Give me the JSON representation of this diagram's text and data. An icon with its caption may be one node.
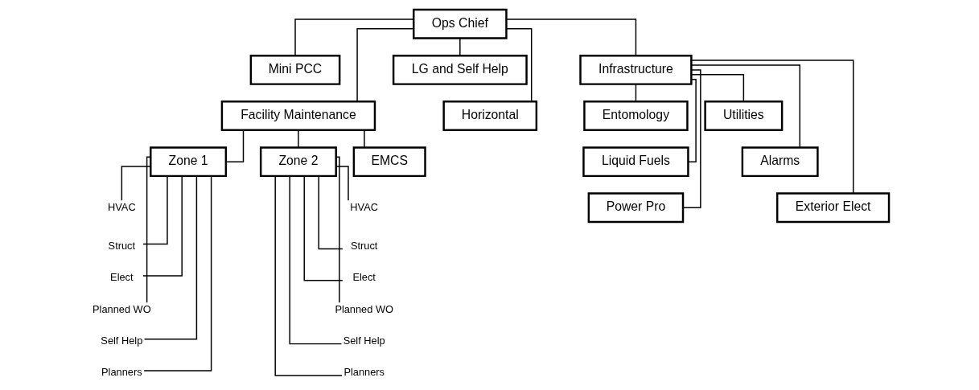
{
  "diagram": {
    "nodes": [
      {
        "text": [
          "Ops Chief"
        ]
      },
      {
        "text": [
          "Mini PCC"
        ]
      },
      {
        "text": [
          "LG and Self Help"
        ]
      },
      {
        "text": [
          "Facility Maintenance"
        ]
      },
      {
        "text": [
          "Horizontal"
        ]
      },
      {
        "text": [
          "Infrastructure"
        ]
      },
      {
        "text": [
          "Zone 1"
        ]
      },
      {
        "text": [
          "Zone 2"
        ]
      },
      {
        "text": [
          "EMCS"
        ]
      },
      {
        "text": [
          "Entomology"
        ]
      },
      {
        "text": [
          "Utilities"
        ]
      },
      {
        "text": [
          "Liquid Fuels"
        ]
      },
      {
        "text": [
          "Alarms"
        ]
      },
      {
        "text": [
          "Power Pro"
        ]
      },
      {
        "text": [
          "Exterior Elect"
        ]
      },
      {
        "text": [
          "HVAC"
        ]
      },
      {
        "text": [
          "Struct"
        ]
      },
      {
        "text": [
          "Elect"
        ]
      },
      {
        "text": [
          "Planned WO"
        ]
      },
      {
        "text": [
          "Self Help"
        ]
      },
      {
        "text": [
          "Planners"
        ]
      },
      {
        "text": [
          "HVAC"
        ]
      },
      {
        "text": [
          "Struct"
        ]
      },
      {
        "text": [
          "Elect"
        ]
      },
      {
        "text": [
          "Planned WO"
        ]
      },
      {
        "text": [
          "Self Help"
        ]
      },
      {
        "text": [
          "Planners"
        ]
      }
    ],
    "edges": [
      {
        "from": 0,
        "to": 1,
        "arrow": "none"
      },
      {
        "from": 0,
        "to": 2,
        "arrow": "none"
      },
      {
        "from": 0,
        "to": 3,
        "arrow": "none"
      },
      {
        "from": 0,
        "to": 4,
        "arrow": "none"
      },
      {
        "from": 0,
        "to": 5,
        "arrow": "none"
      },
      {
        "from": 3,
        "to": 6,
        "arrow": "none"
      },
      {
        "from": 3,
        "to": 7,
        "arrow": "none"
      },
      {
        "from": 3,
        "to": 8,
        "arrow": "none"
      },
      {
        "from": 5,
        "to": 9,
        "arrow": "none"
      },
      {
        "from": 5,
        "to": 10,
        "arrow": "none"
      },
      {
        "from": 5,
        "to": 11,
        "arrow": "none"
      },
      {
        "from": 5,
        "to": 12,
        "arrow": "none"
      },
      {
        "from": 5,
        "to": 13,
        "arrow": "none"
      },
      {
        "from": 5,
        "to": 14,
        "arrow": "none"
      },
      {
        "from": 6,
        "to": 15,
        "arrow": "none"
      },
      {
        "from": 6,
        "to": 16,
        "arrow": "none"
      },
      {
        "from": 6,
        "to": 17,
        "arrow": "none"
      },
      {
        "from": 6,
        "to": 18,
        "arrow": "none"
      },
      {
        "from": 6,
        "to": 19,
        "arrow": "none"
      },
      {
        "from": 6,
        "to": 20,
        "arrow": "none"
      },
      {
        "from": 7,
        "to": 21,
        "arrow": "none"
      },
      {
        "from": 7,
        "to": 22,
        "arrow": "none"
      },
      {
        "from": 7,
        "to": 23,
        "arrow": "none"
      },
      {
        "from": 7,
        "to": 24,
        "arrow": "none"
      },
      {
        "from": 7,
        "to": 25,
        "arrow": "none"
      },
      {
        "from": 7,
        "to": 26,
        "arrow": "none"
      }
    ]
  }
}
